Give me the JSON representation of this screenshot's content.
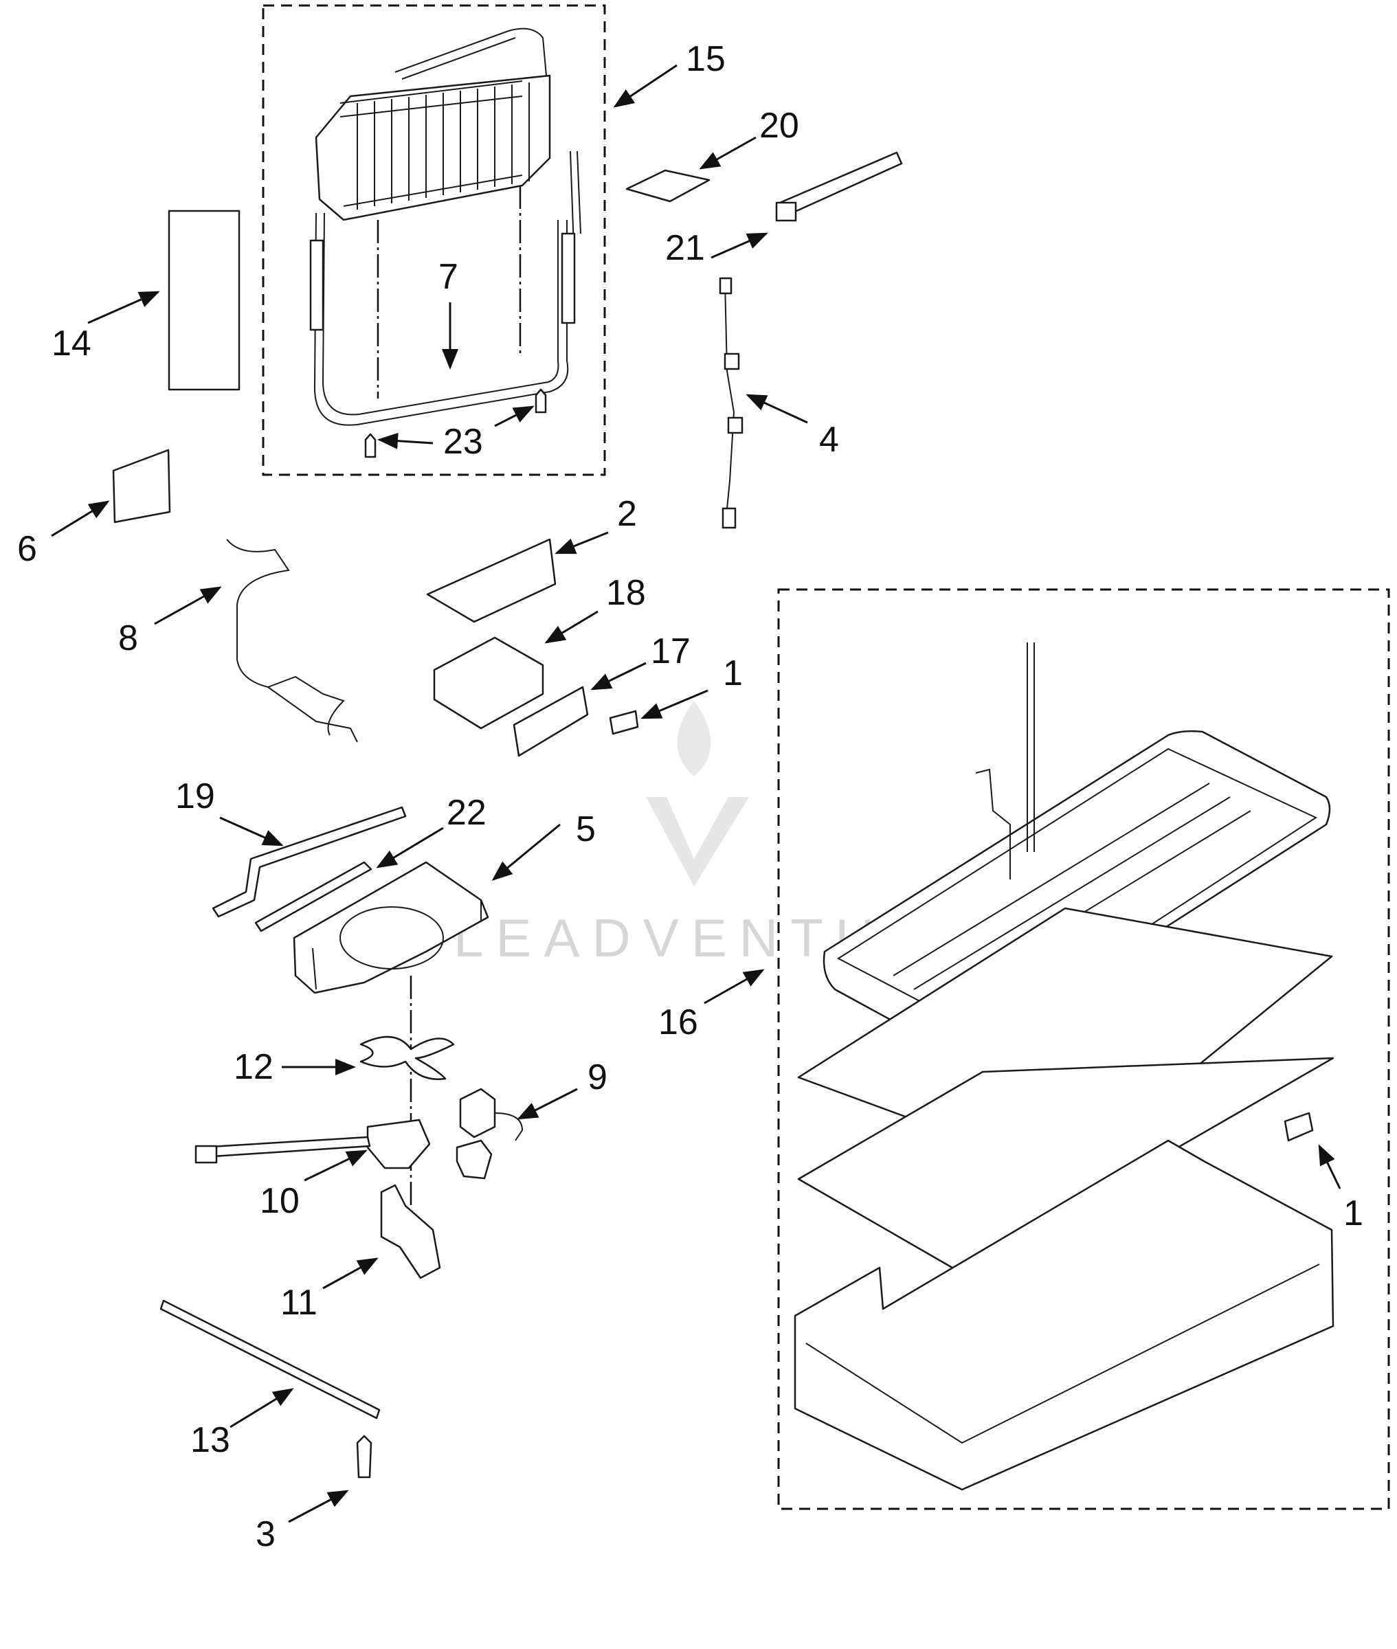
{
  "watermark": {
    "text": "LEADVENTURE"
  },
  "callouts": [
    {
      "id": "1a",
      "label": "1"
    },
    {
      "id": "1b",
      "label": "1"
    },
    {
      "id": "2",
      "label": "2"
    },
    {
      "id": "3",
      "label": "3"
    },
    {
      "id": "4",
      "label": "4"
    },
    {
      "id": "5",
      "label": "5"
    },
    {
      "id": "6",
      "label": "6"
    },
    {
      "id": "7",
      "label": "7"
    },
    {
      "id": "8",
      "label": "8"
    },
    {
      "id": "9",
      "label": "9"
    },
    {
      "id": "10",
      "label": "10"
    },
    {
      "id": "11",
      "label": "11"
    },
    {
      "id": "12",
      "label": "12"
    },
    {
      "id": "13",
      "label": "13"
    },
    {
      "id": "14",
      "label": "14"
    },
    {
      "id": "15",
      "label": "15"
    },
    {
      "id": "16",
      "label": "16"
    },
    {
      "id": "17",
      "label": "17"
    },
    {
      "id": "18",
      "label": "18"
    },
    {
      "id": "19",
      "label": "19"
    },
    {
      "id": "20",
      "label": "20"
    },
    {
      "id": "21",
      "label": "21"
    },
    {
      "id": "22",
      "label": "22"
    },
    {
      "id": "23",
      "label": "23"
    }
  ]
}
